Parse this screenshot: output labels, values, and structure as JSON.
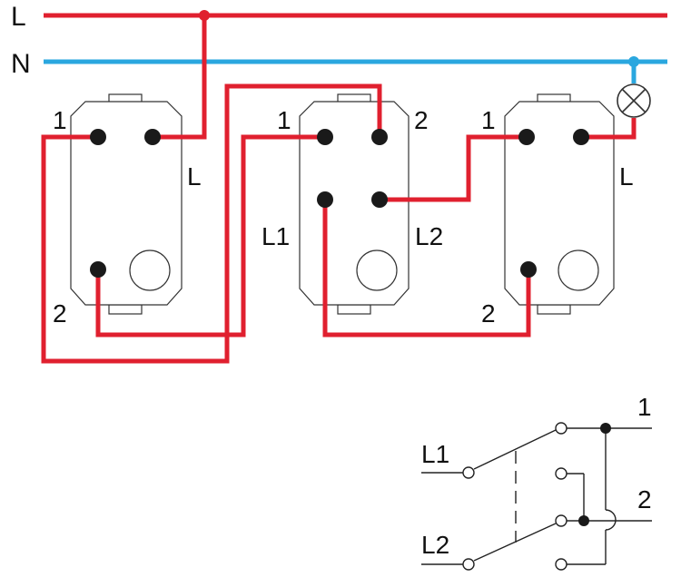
{
  "rails": {
    "line_label": "L",
    "neutral_label": "N"
  },
  "switch_left": {
    "terminal_1": "1",
    "terminal_2": "2",
    "side_label": "L"
  },
  "switch_middle": {
    "terminal_1": "1",
    "terminal_2": "2",
    "label_l1": "L1",
    "label_l2": "L2"
  },
  "switch_right": {
    "terminal_1": "1",
    "terminal_2": "2",
    "side_label": "L"
  },
  "schematic": {
    "label_l1": "L1",
    "label_l2": "L2",
    "terminal_1": "1",
    "terminal_2": "2"
  },
  "colors": {
    "live": "#e0202f",
    "neutral": "#2aa7df",
    "outline": "#333333",
    "text": "#111111"
  },
  "icons": {
    "lamp": "lamp-cross-circle-icon"
  }
}
